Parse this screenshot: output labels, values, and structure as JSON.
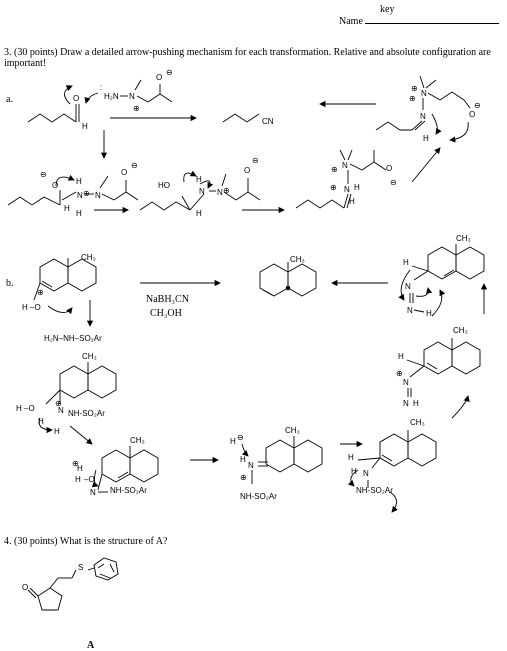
{
  "header": {
    "key_label": "key",
    "name_label": "Name"
  },
  "question3": {
    "prompt": "3.  (30 points) Draw a detailed arrow-pushing mechanism for each transformation. Relative and absolute configuration are important!",
    "part_a_label": "a.",
    "part_b_label": "b.",
    "reagents": [
      "NaBH₃CN",
      "CH₃OH"
    ],
    "atom_labels": {
      "nitrile": "CN",
      "hydrazine_reagent": "H₂N–NH–SO₂Ar",
      "sulfonyl_hydrazide": "NH-SO₂Ar",
      "methyl": "CH₃",
      "hydroxyl": "HO"
    }
  },
  "question4": {
    "prompt": "4.  (30 points)   What is the structure of A?",
    "bold_term": "A",
    "structure_label": "A",
    "atoms": [
      "O",
      "S"
    ]
  }
}
